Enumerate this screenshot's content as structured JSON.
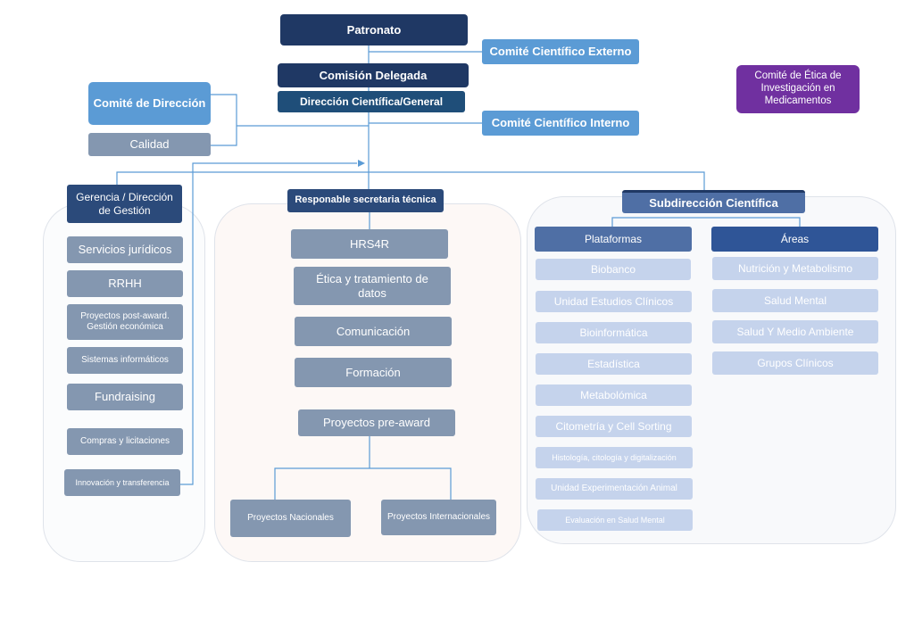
{
  "top": {
    "patronato": "Patronato",
    "comision_delegada": "Comisión Delegada",
    "direccion": "Dirección Científica/General",
    "comite_externo": "Comité Científico Externo",
    "comite_interno": "Comité Científico Interno",
    "comite_direccion": "Comité de Dirección",
    "calidad": "Calidad",
    "comite_etica": "Comité de Ética de Investigación en Medicamentos"
  },
  "gerencia": {
    "title": "Gerencia / Dirección de Gestión",
    "items": [
      "Servicios jurídicos",
      "RRHH",
      "Proyectos post-award. Gestión económica",
      "Sistemas informáticos",
      "Fundraising",
      "Compras y licitaciones",
      "Innovación y transferencia"
    ]
  },
  "secretaria": {
    "title": "Responable secretaria técnica",
    "items": [
      "HRS4R",
      "Ética y tratamiento de datos",
      "Comunicación",
      "Formación",
      "Proyectos pre-award"
    ],
    "nacionales": "Proyectos Nacionales",
    "internacionales": "Proyectos Internacionales"
  },
  "subdireccion": {
    "title": "Subdirección Científica",
    "plataformas_title": "Plataformas",
    "plataformas": [
      "Biobanco",
      "Unidad Estudios Clínicos",
      "Bioinformática",
      "Estadística",
      "Metabolómica",
      "Citometría y Cell Sorting",
      "Histología, citología y digitalización",
      "Unidad Experimentación Animal",
      "Evaluación en Salud Mental"
    ],
    "areas_title": "Áreas",
    "areas": [
      "Nutrición y Metabolismo",
      "Salud Mental",
      "Salud Y Medio Ambiente",
      "Grupos Clínicos"
    ]
  },
  "colors": {
    "navy": "#1f3864",
    "blue": "#5b9bd5",
    "grey": "#8497b0",
    "light": "#c5d3ec",
    "purple": "#7030a0",
    "connector": "#5b9bd5"
  }
}
